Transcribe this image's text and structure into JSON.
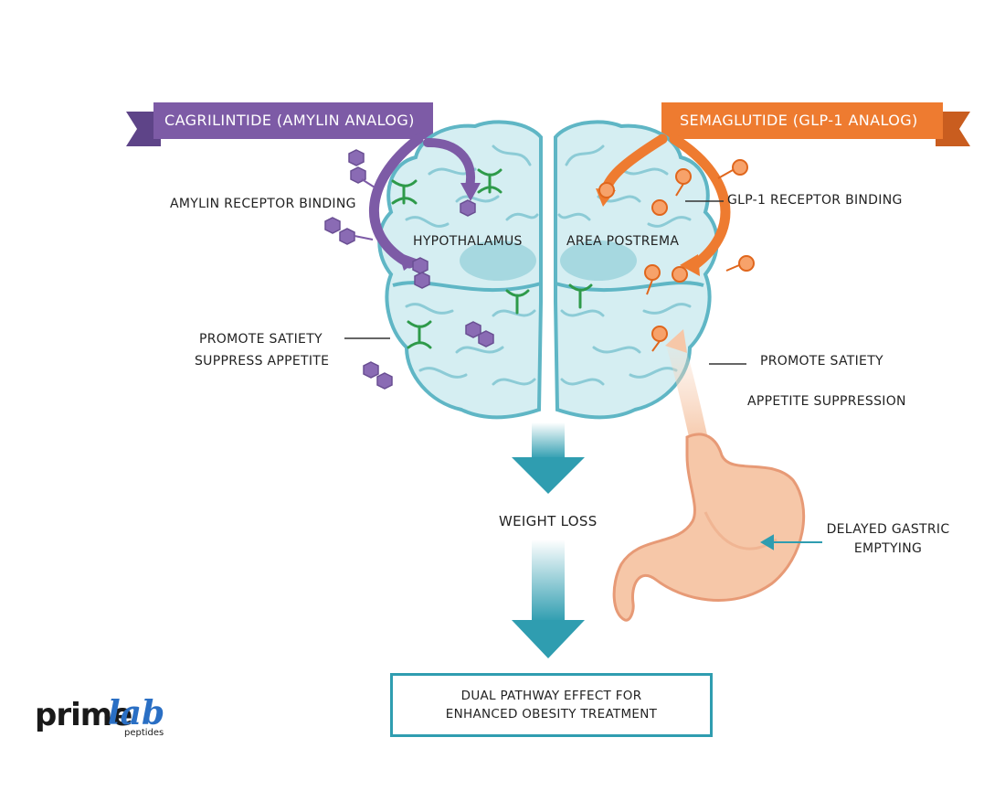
{
  "banners": {
    "left": "CAGRILINTIDE (AMYLIN ANALOG)",
    "right": "SEMAGLUTIDE (GLP-1 ANALOG)"
  },
  "labels": {
    "amylin_binding": "AMYLIN RECEPTOR BINDING",
    "glp1_binding": "GLP-1 RECEPTOR BINDING",
    "hypothalamus": "HYPOTHALAMUS",
    "area_postrema": "AREA POSTREMA",
    "promote_satiety_left": "PROMOTE SATIETY",
    "suppress_appetite": "SUPPRESS APPETITE",
    "promote_satiety_right": "PROMOTE SATIETY",
    "appetite_suppression": "APPETITE SUPPRESSION",
    "delayed_gastric_1": "DELAYED GASTRIC",
    "delayed_gastric_2": "EMPTYING",
    "weight_loss": "WEIGHT LOSS",
    "result_line1": "DUAL PATHWAY EFFECT FOR",
    "result_line2": "ENHANCED OBESITY TREATMENT"
  },
  "logo": {
    "word": "prime",
    "word2": "lab",
    "sub": "peptides"
  },
  "colors": {
    "purple": "#7d5ba6",
    "orange": "#ee7b30",
    "teal": "#2f9db0",
    "brain_fill": "#d5eef2",
    "brain_stroke": "#5fb6c5",
    "receptor_green": "#2e9a4a",
    "stomach": "#f6c7a8"
  }
}
